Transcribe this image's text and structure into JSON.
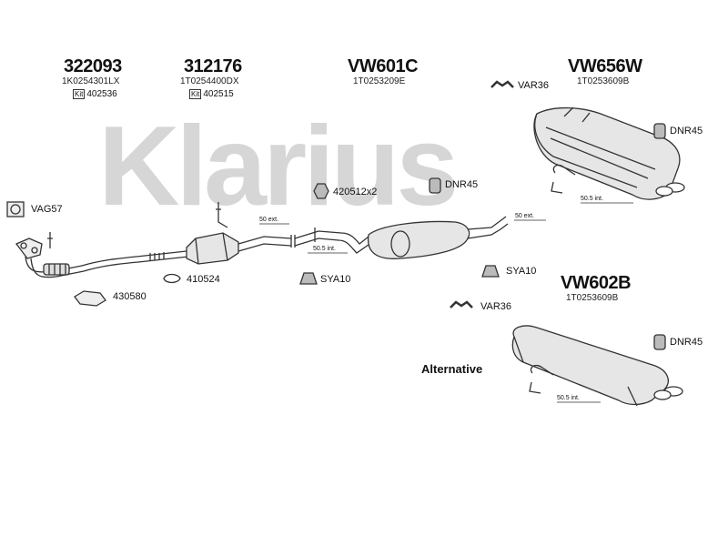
{
  "watermark": "Klarius",
  "parts": {
    "p322093": {
      "number": "322093",
      "ref": "1K0254301LX",
      "kit_tag": "Kit",
      "kit": "402536"
    },
    "p312176": {
      "number": "312176",
      "ref": "1T0254400DX",
      "kit_tag": "Kit",
      "kit": "402515"
    },
    "vw601c": {
      "number": "VW601C",
      "ref": "1T0253209E"
    },
    "vw656w": {
      "number": "VW656W",
      "ref": "1T0253609B"
    },
    "vw602b": {
      "number": "VW602B",
      "ref": "1T0253609B"
    }
  },
  "fittings": {
    "var36_top": "VAR36",
    "dnr45_right": "DNR45",
    "dnr45_mid": "DNR45",
    "f420512": "420512x2",
    "vag57": "VAG57",
    "f410524": "410524",
    "f430580": "430580",
    "sya10_left": "SYA10",
    "sya10_right": "SYA10",
    "var36_bottom": "VAR36",
    "dnr45_bottom": "DNR45"
  },
  "dimensions": {
    "d50ext_left": "50 ext.",
    "d505int_mid": "50.5 int.",
    "d50ext_right": "50 ext.",
    "d505int_top": "50.5 int.",
    "d505int_bottom": "50.5 int."
  },
  "alternative_label": "Alternative",
  "colors": {
    "line": "#333333",
    "fill": "#e6e6e6",
    "watermark": "#d6d6d6"
  }
}
